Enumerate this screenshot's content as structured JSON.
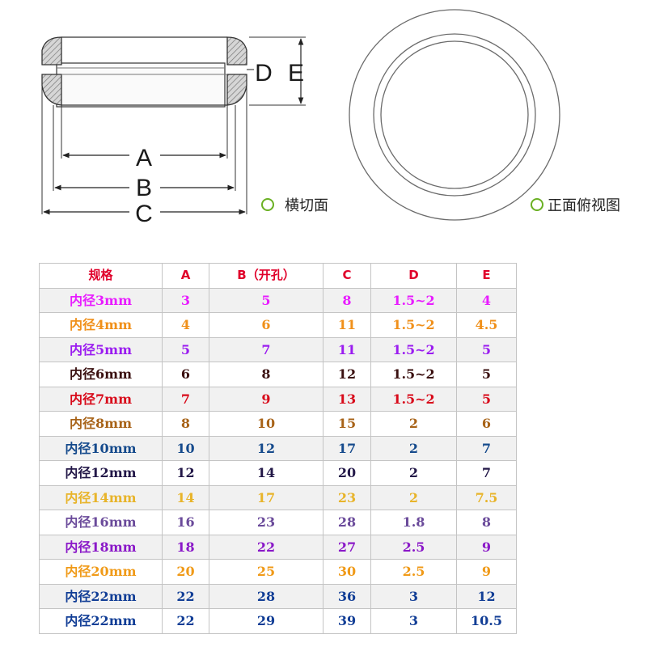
{
  "labels": {
    "a": "A",
    "b": "B",
    "c": "C",
    "d": "D",
    "e": "E",
    "cross_section": "横切面",
    "front_view": "正面俯视图"
  },
  "colors": {
    "header": "#e0002a",
    "legend_circle": "#6ab023",
    "ring_outline": "#6b6b6b",
    "hatch": "#777777"
  },
  "table": {
    "headers": [
      "规格",
      "A",
      "B（开孔）",
      "C",
      "D",
      "E"
    ],
    "rows": [
      {
        "cells": [
          "内径3mm",
          "3",
          "5",
          "8",
          "1.5~2",
          "4"
        ],
        "color": "#e81cff"
      },
      {
        "cells": [
          "内径4mm",
          "4",
          "6",
          "11",
          "1.5~2",
          "4.5"
        ],
        "color": "#f0901a"
      },
      {
        "cells": [
          "内径5mm",
          "5",
          "7",
          "11",
          "1.5~2",
          "5"
        ],
        "color": "#9a1cf0"
      },
      {
        "cells": [
          "内径6mm",
          "6",
          "8",
          "12",
          "1.5~2",
          "5"
        ],
        "color": "#3a1010"
      },
      {
        "cells": [
          "内径7mm",
          "7",
          "9",
          "13",
          "1.5~2",
          "5"
        ],
        "color": "#d80a1a"
      },
      {
        "cells": [
          "内径8mm",
          "8",
          "10",
          "15",
          "2",
          "6"
        ],
        "color": "#a86318"
      },
      {
        "cells": [
          "内径10mm",
          "10",
          "12",
          "17",
          "2",
          "7"
        ],
        "color": "#154a8c"
      },
      {
        "cells": [
          "内径12mm",
          "12",
          "14",
          "20",
          "2",
          "7"
        ],
        "color": "#231848"
      },
      {
        "cells": [
          "内径14mm",
          "14",
          "17",
          "23",
          "2",
          "7.5"
        ],
        "color": "#e8b42a"
      },
      {
        "cells": [
          "内径16mm",
          "16",
          "23",
          "28",
          "1.8",
          "8"
        ],
        "color": "#6a4a9a"
      },
      {
        "cells": [
          "内径18mm",
          "18",
          "22",
          "27",
          "2.5",
          "9"
        ],
        "color": "#8a18c8"
      },
      {
        "cells": [
          "内径20mm",
          "20",
          "25",
          "30",
          "2.5",
          "9"
        ],
        "color": "#f09a18"
      },
      {
        "cells": [
          "内径22mm",
          "22",
          "28",
          "36",
          "3",
          "12"
        ],
        "color": "#123e96"
      },
      {
        "cells": [
          "内径22mm",
          "22",
          "29",
          "39",
          "3",
          "10.5"
        ],
        "color": "#123e96"
      }
    ]
  }
}
